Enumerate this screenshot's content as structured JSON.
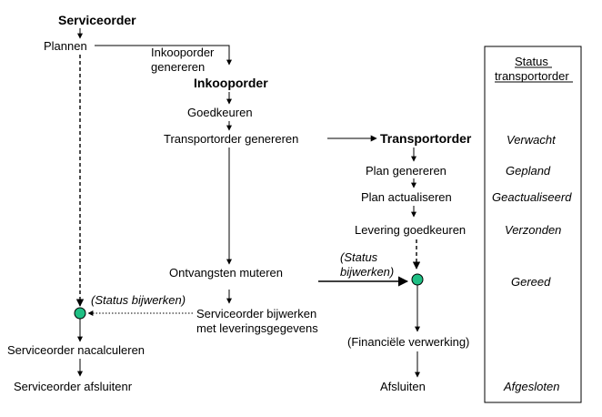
{
  "left_flow": {
    "serviceorder": "Serviceorder",
    "plannen": "Plannen",
    "status_update": "(Status bijwerken)",
    "nacalculeren": "Serviceorder nacalculeren",
    "afsluiten": "Serviceorder afsluitenr"
  },
  "middle_flow": {
    "inkooporder_line1": "Inkooporder",
    "inkooporder_line2": "genereren",
    "inkooporder": "Inkooporder",
    "goedkeuren": "Goedkeuren",
    "transportorder_genereren": "Transportorder genereren",
    "ontvangsten": "Ontvangsten muteren",
    "serviceorder_bijwerken_line1": "Serviceorder bijwerken",
    "serviceorder_bijwerken_line2": "met leveringsgegevens"
  },
  "right_flow": {
    "transportorder": "Transportorder",
    "plan_genereren": "Plan genereren",
    "plan_actualiseren": "Plan actualiseren",
    "levering_goedkeuren": "Levering goedkeuren",
    "status_line1": "(Status",
    "status_line2": "bijwerken)",
    "financiele": "(Financiële verwerking)",
    "afsluiten": "Afsluiten"
  },
  "status_panel": {
    "header_line1": "Status",
    "header_line2": "transportorder",
    "verwacht": "Verwacht",
    "gepland": "Gepland",
    "geactualiseerd": "Geactualiseerd",
    "verzonden": "Verzonden",
    "gereed": "Gereed",
    "afgesloten": "Afgesloten"
  },
  "colors": {
    "node": "#1fbf84",
    "line": "#000000"
  }
}
